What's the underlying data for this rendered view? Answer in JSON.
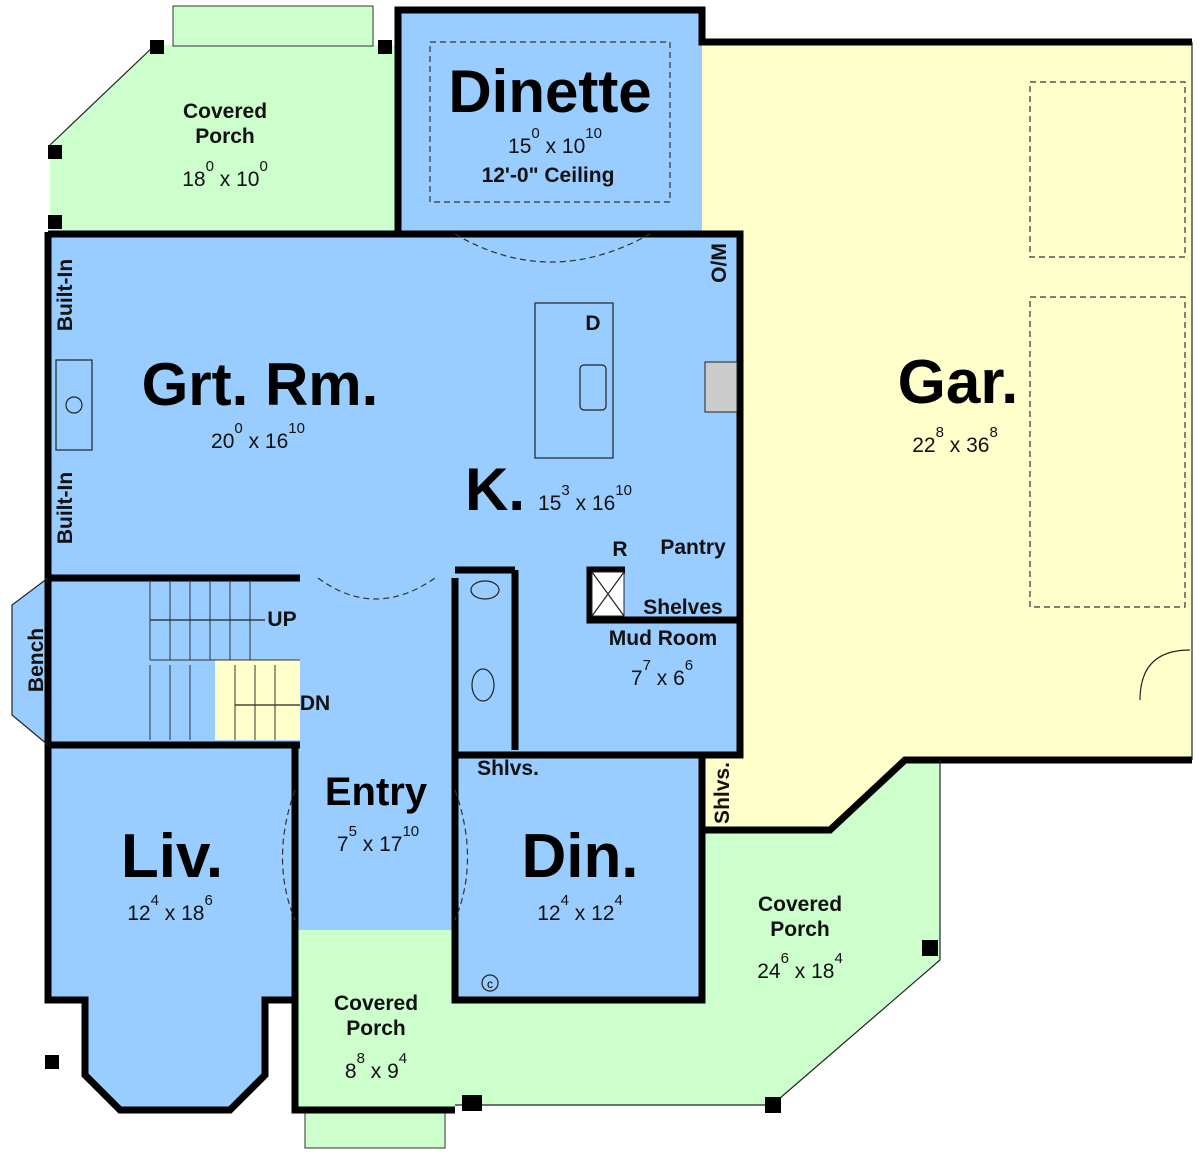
{
  "colors": {
    "interior": "#99ccff",
    "porch": "#ccffcc",
    "garage": "#ffffcc",
    "wall": "#000000"
  },
  "rooms": {
    "porch_nw": {
      "line1": "Covered",
      "line2": "Porch",
      "w": "18",
      "w_in": "0",
      "l": "10",
      "l_in": "0"
    },
    "dinette": {
      "name": "Dinette",
      "w": "15",
      "w_in": "0",
      "l": "10",
      "l_in": "10",
      "note": "12'-0\" Ceiling"
    },
    "great_room": {
      "name": "Grt. Rm.",
      "w": "20",
      "w_in": "0",
      "l": "16",
      "l_in": "10"
    },
    "kitchen": {
      "name": "K.",
      "w": "15",
      "w_in": "3",
      "l": "16",
      "l_in": "10"
    },
    "garage": {
      "name": "Gar.",
      "w": "22",
      "w_in": "8",
      "l": "36",
      "l_in": "8"
    },
    "mud_room": {
      "name": "Mud Room",
      "w": "7",
      "w_in": "7",
      "l": "6",
      "l_in": "6"
    },
    "entry": {
      "name": "Entry",
      "w": "7",
      "w_in": "5",
      "l": "17",
      "l_in": "10"
    },
    "living": {
      "name": "Liv.",
      "w": "12",
      "w_in": "4",
      "l": "18",
      "l_in": "6"
    },
    "dining": {
      "name": "Din.",
      "w": "12",
      "w_in": "4",
      "l": "12",
      "l_in": "4"
    },
    "porch_front": {
      "line1": "Covered",
      "line2": "Porch",
      "w": "8",
      "w_in": "8",
      "l": "9",
      "l_in": "4"
    },
    "porch_se": {
      "line1": "Covered",
      "line2": "Porch",
      "w": "24",
      "w_in": "6",
      "l": "18",
      "l_in": "4"
    }
  },
  "labels": {
    "pantry": "Pantry",
    "refrigerator": "R",
    "shelves": "Shelves",
    "oven_microwave": "O/M",
    "dishwasher": "D",
    "built_in": "Built-In",
    "bench": "Bench",
    "up": "UP",
    "down": "DN",
    "shelves_short": "Shlvs.",
    "coat": "c"
  }
}
